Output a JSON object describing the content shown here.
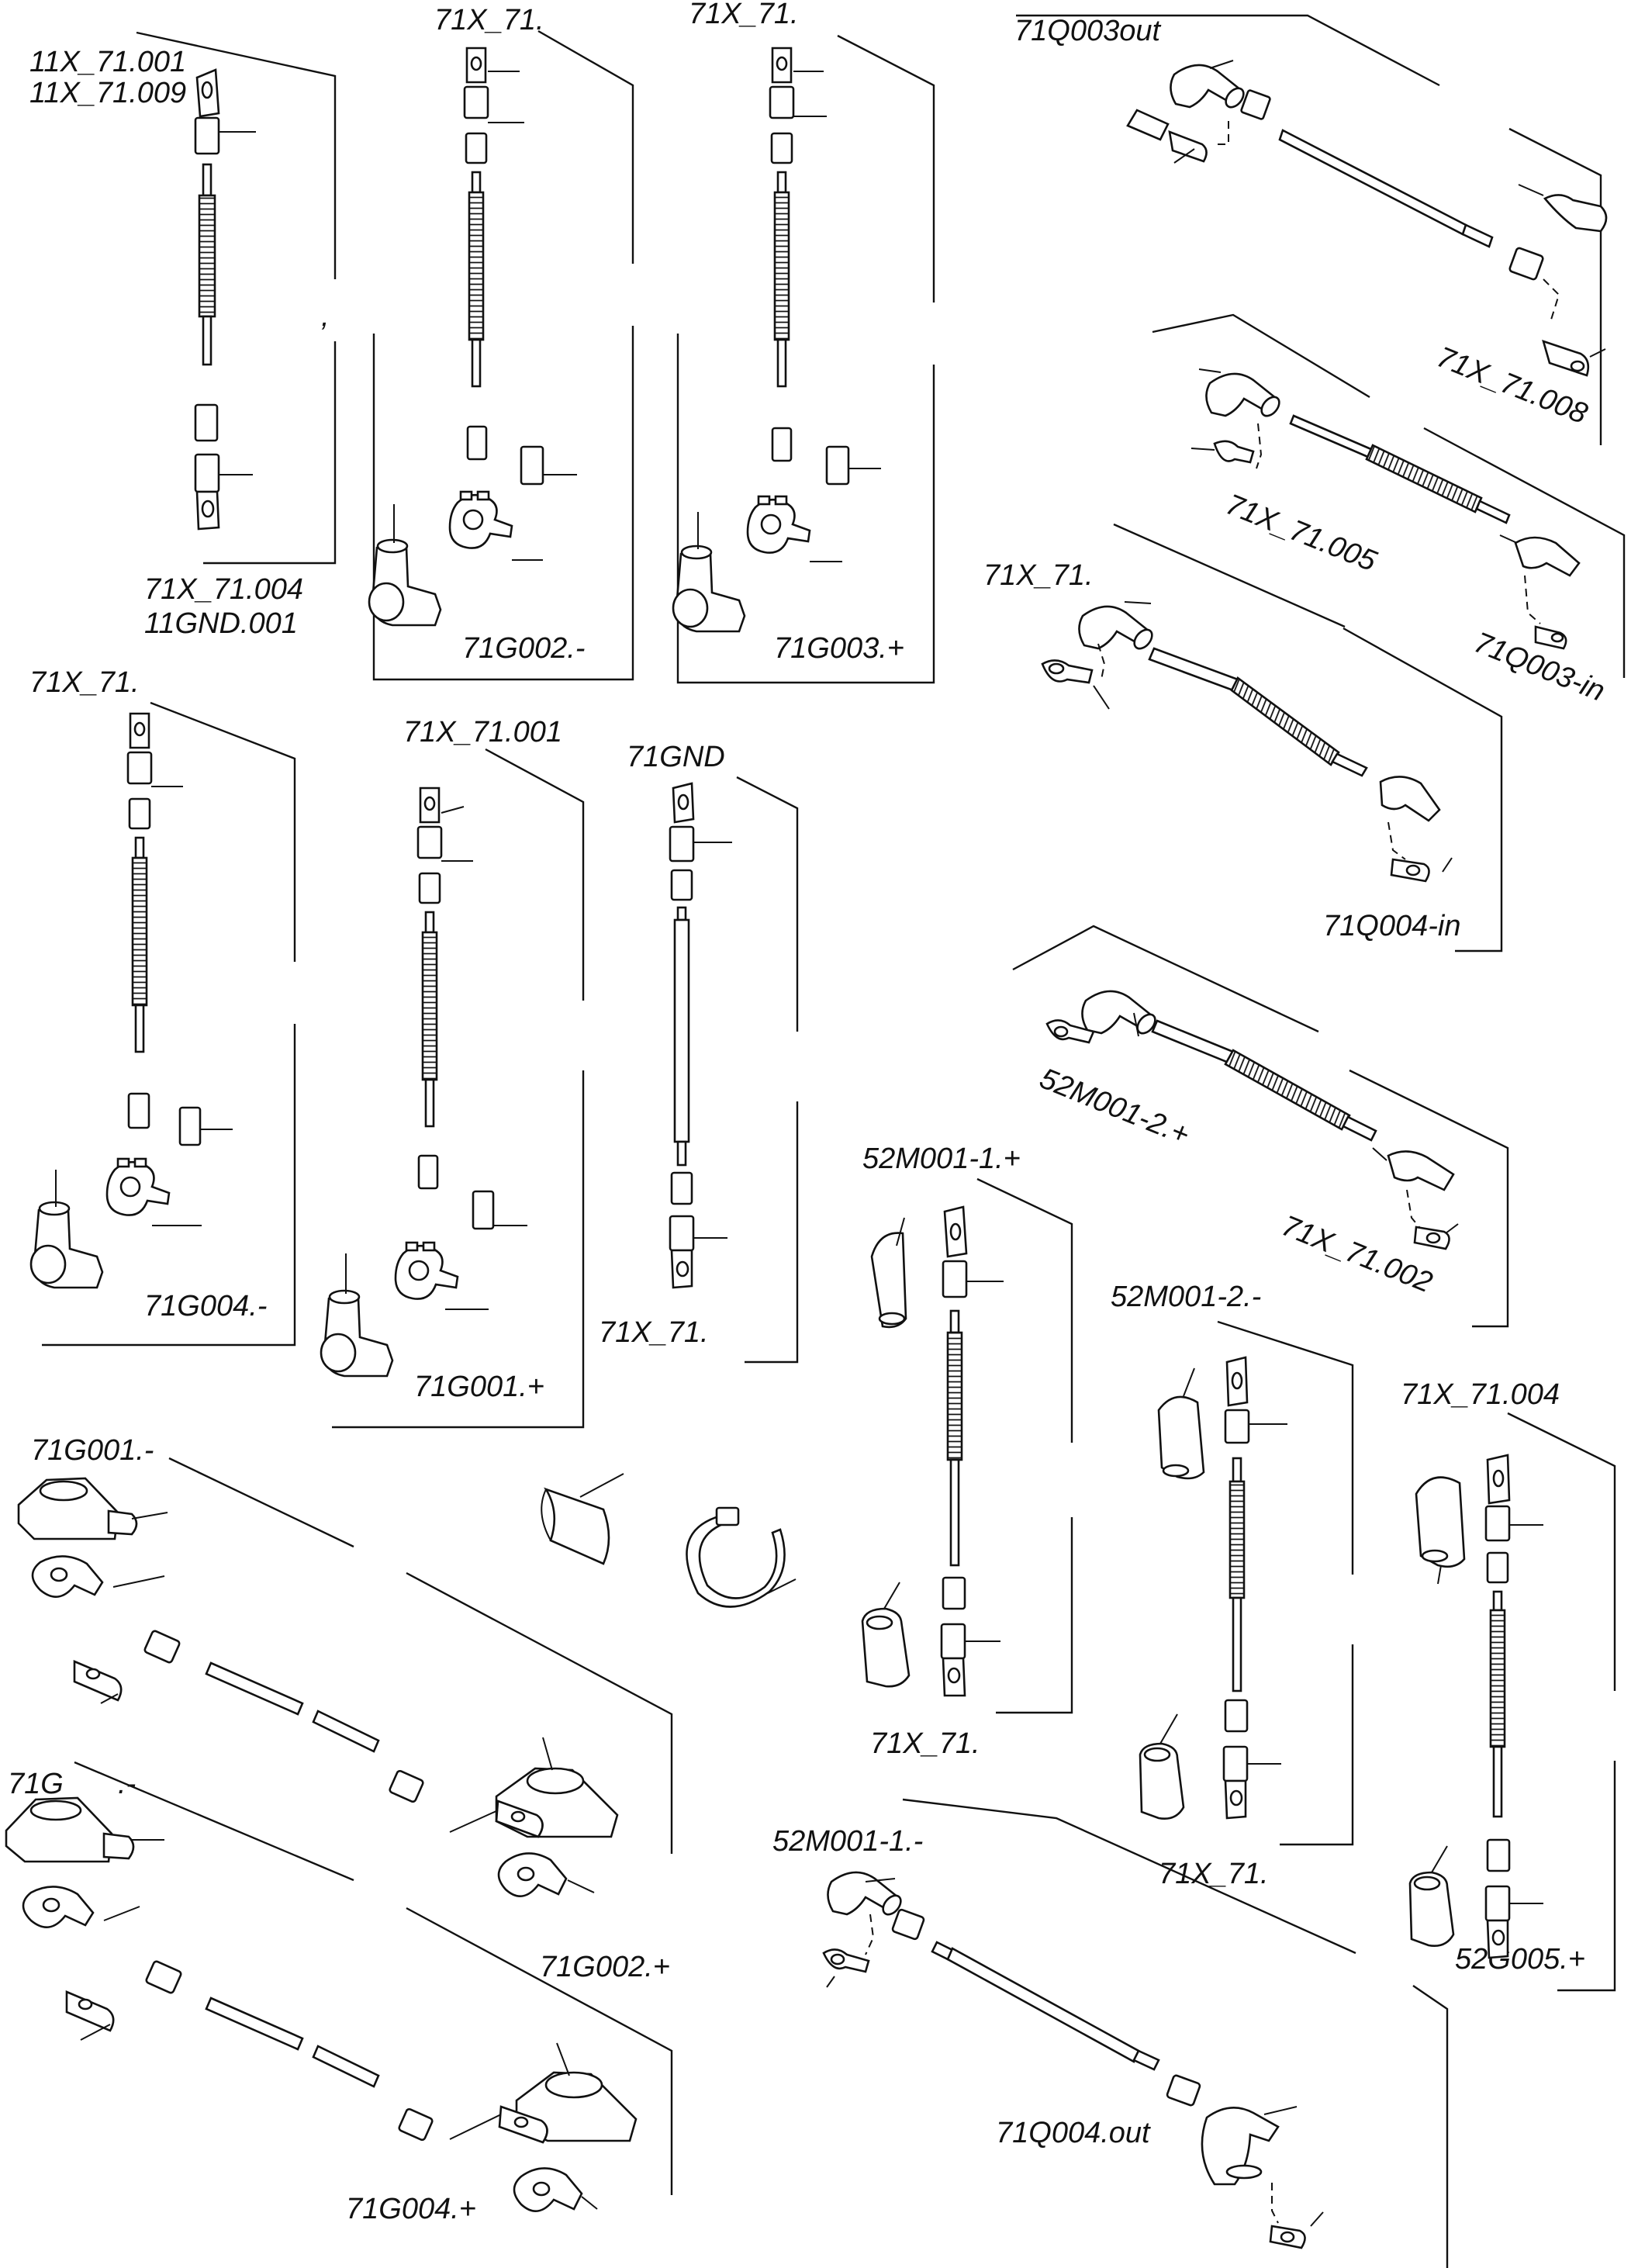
{
  "labels": {
    "l01": "11X_71.001",
    "l02": "11X_71.009",
    "l03": "71X_71.004",
    "l04": "11GND.001",
    "l05": "71X_71.",
    "l06": "71G002.-",
    "l07": "71X_71.",
    "l08": "71G003.+",
    "l09": "71Q003out",
    "l10": "71X_71.008",
    "l11": "71X_71.005",
    "l12": "71Q003-in",
    "l13": "71X_71.",
    "l14": "71Q004-in",
    "l15": "71X_71.",
    "l16": "71G004.-",
    "l17": "71X_71.001",
    "l18": "71G001.+",
    "l19": "71GND",
    "l20": "71X_71.",
    "l21": "52M001-2.+",
    "l22": "71X_71.002",
    "l23": "52M001-1.+",
    "l24": "71X_71.",
    "l25": "52M001-2.-",
    "l26": "71X_71.",
    "l27": "71X_71.004",
    "l28": "52G005.+",
    "l29": "71G001.-",
    "l30": "71G002.+",
    "l31": "71G",
    "l32": ".-",
    "l33": "71G004.+",
    "l34": "52M001-1.-",
    "l35": "71Q004.out",
    "l36": ","
  }
}
